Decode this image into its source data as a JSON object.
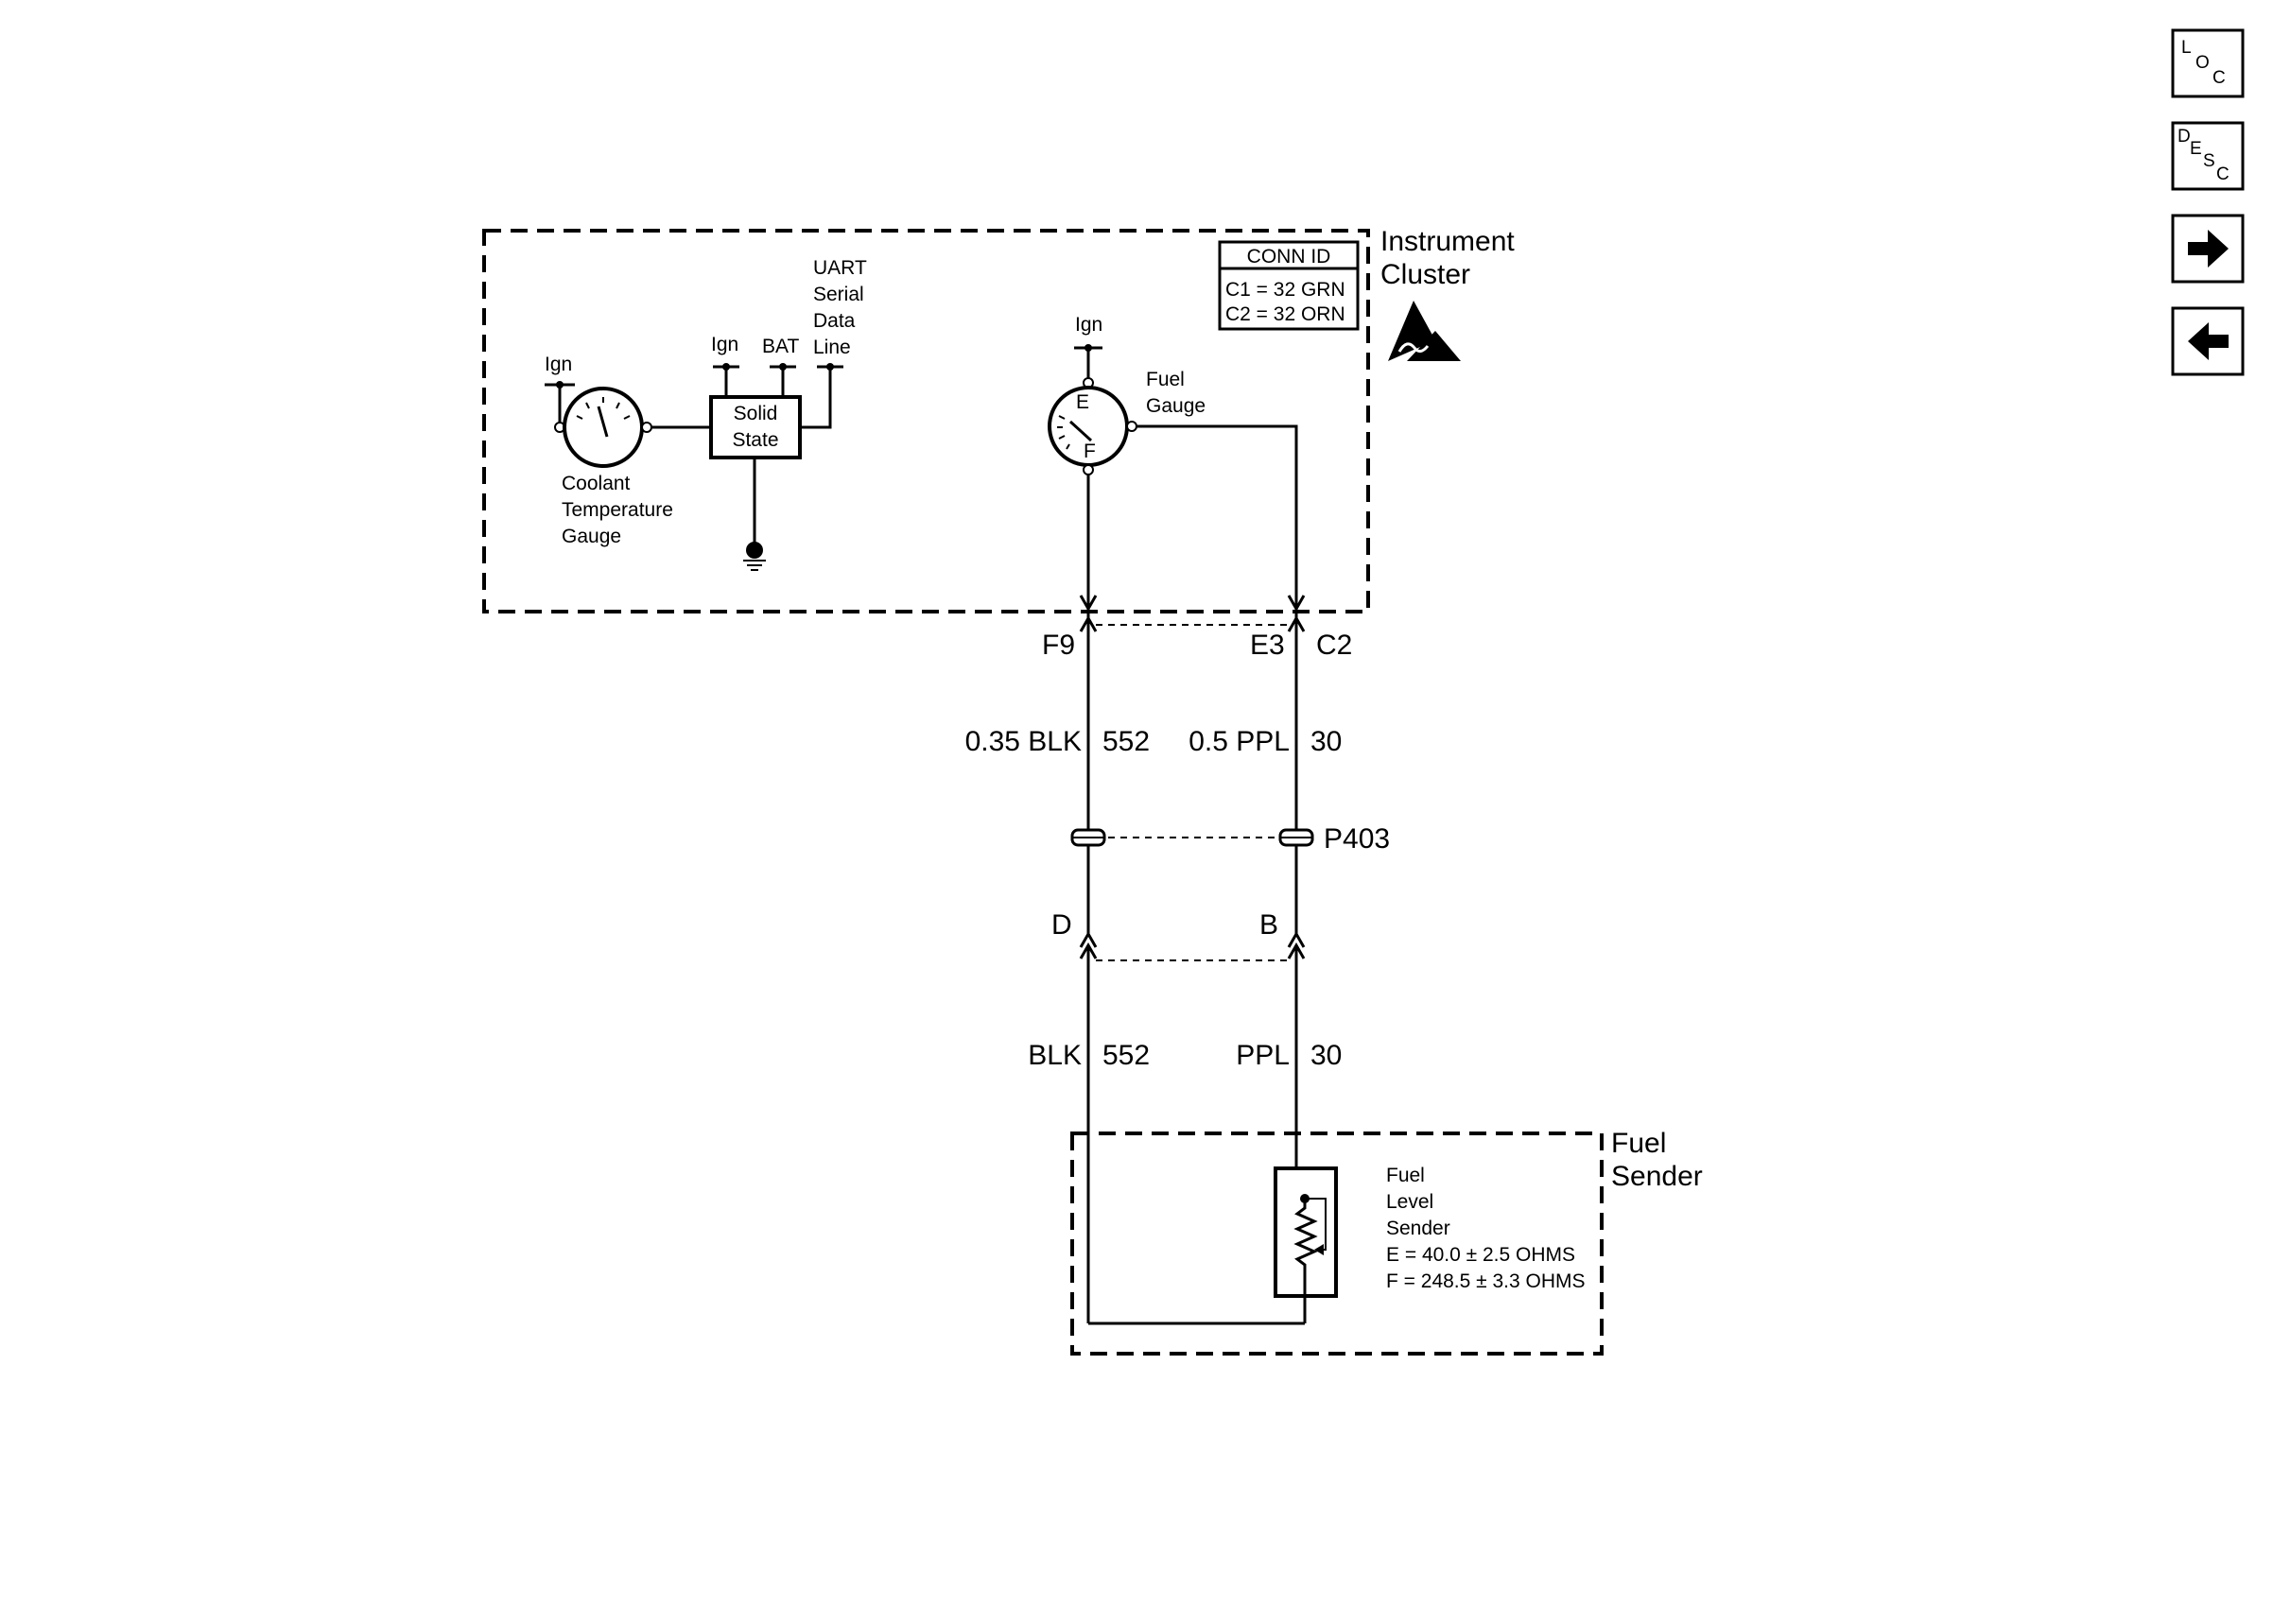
{
  "nav": {
    "loc": {
      "l1": "L",
      "l2": "O",
      "l3": "C"
    },
    "desc": {
      "l1": "D",
      "l2": "E",
      "l3": "S",
      "l4": "C"
    },
    "next_icon": "arrow-right-icon",
    "prev_icon": "arrow-left-icon"
  },
  "instrument_cluster": {
    "title_line1": "Instrument",
    "title_line2": "Cluster",
    "esd_icon": "esd-sensitive-icon",
    "conn_id": {
      "header": "CONN ID",
      "row1": "C1 = 32 GRN",
      "row2": "C2 = 32 ORN"
    },
    "coolant_gauge": {
      "ign": "Ign",
      "label1": "Coolant",
      "label2": "Temperature",
      "label3": "Gauge"
    },
    "solid_state": {
      "ign": "Ign",
      "bat": "BAT",
      "label1": "Solid",
      "label2": "State"
    },
    "uart": {
      "line1": "UART",
      "line2": "Serial",
      "line3": "Data",
      "line4": "Line"
    },
    "fuel_gauge": {
      "ign": "Ign",
      "label1": "Fuel",
      "label2": "Gauge",
      "empty": "E",
      "full": "F"
    }
  },
  "connectors": {
    "f9": "F9",
    "e3": "E3",
    "c2": "C2",
    "p403": "P403",
    "d": "D",
    "b": "B"
  },
  "wires_upper": {
    "left_color": "0.35 BLK",
    "left_circuit": "552",
    "right_color": "0.5 PPL",
    "right_circuit": "30"
  },
  "wires_lower": {
    "left_color": "BLK",
    "left_circuit": "552",
    "right_color": "PPL",
    "right_circuit": "30"
  },
  "fuel_sender": {
    "title_line1": "Fuel",
    "title_line2": "Sender",
    "label1": "Fuel",
    "label2": "Level",
    "label3": "Sender",
    "spec_empty": "E = 40.0 ± 2.5 OHMS",
    "spec_full": "F = 248.5 ± 3.3 OHMS"
  }
}
